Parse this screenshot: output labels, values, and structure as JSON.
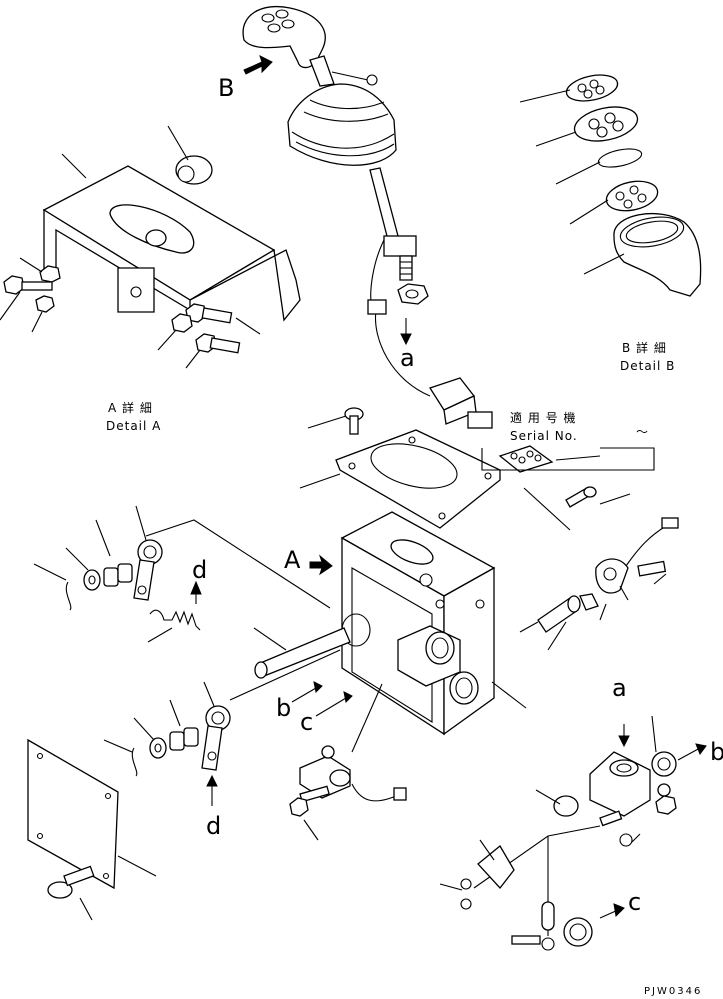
{
  "detail_a": {
    "jp": "A 詳 細",
    "en": "Detail A"
  },
  "detail_b": {
    "jp": "B 詳 細",
    "en": "Detail B"
  },
  "serial": {
    "jp": "適 用 号 機",
    "en": "Serial No.",
    "range": "～"
  },
  "callouts": {
    "A": "A",
    "B": "B",
    "a": "a",
    "b": "b",
    "c": "c",
    "d": "d"
  },
  "figure_id": "PJW0346"
}
